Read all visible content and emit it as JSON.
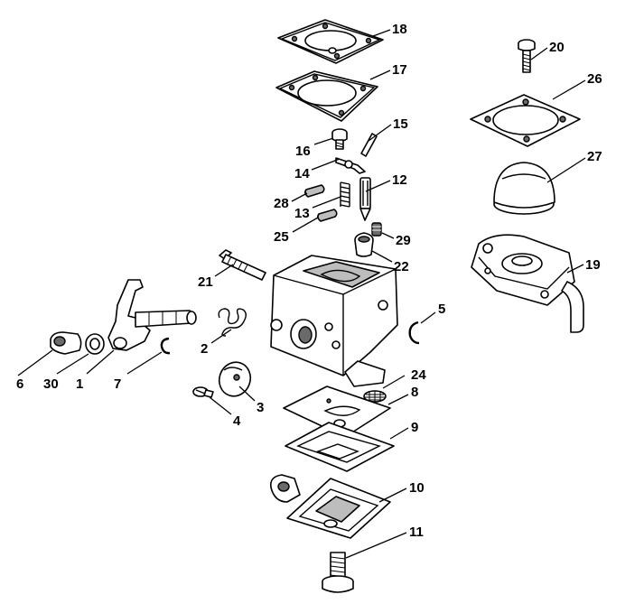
{
  "diagram": {
    "parts": [
      {
        "id": "p18",
        "number": "18"
      },
      {
        "id": "p17",
        "number": "17"
      },
      {
        "id": "p15",
        "number": "15"
      },
      {
        "id": "p16",
        "number": "16"
      },
      {
        "id": "p14",
        "number": "14"
      },
      {
        "id": "p12",
        "number": "12"
      },
      {
        "id": "p28",
        "number": "28"
      },
      {
        "id": "p13",
        "number": "13"
      },
      {
        "id": "p25",
        "number": "25"
      },
      {
        "id": "p29",
        "number": "29"
      },
      {
        "id": "p22",
        "number": "22"
      },
      {
        "id": "p21",
        "number": "21"
      },
      {
        "id": "p20",
        "number": "20"
      },
      {
        "id": "p26",
        "number": "26"
      },
      {
        "id": "p27",
        "number": "27"
      },
      {
        "id": "p19",
        "number": "19"
      },
      {
        "id": "p5",
        "number": "5"
      },
      {
        "id": "p2",
        "number": "2"
      },
      {
        "id": "p6",
        "number": "6"
      },
      {
        "id": "p30",
        "number": "30"
      },
      {
        "id": "p1",
        "number": "1"
      },
      {
        "id": "p7",
        "number": "7"
      },
      {
        "id": "p24",
        "number": "24"
      },
      {
        "id": "p8",
        "number": "8"
      },
      {
        "id": "p3",
        "number": "3"
      },
      {
        "id": "p4",
        "number": "4"
      },
      {
        "id": "p9",
        "number": "9"
      },
      {
        "id": "p10",
        "number": "10"
      },
      {
        "id": "p11",
        "number": "11"
      }
    ]
  }
}
